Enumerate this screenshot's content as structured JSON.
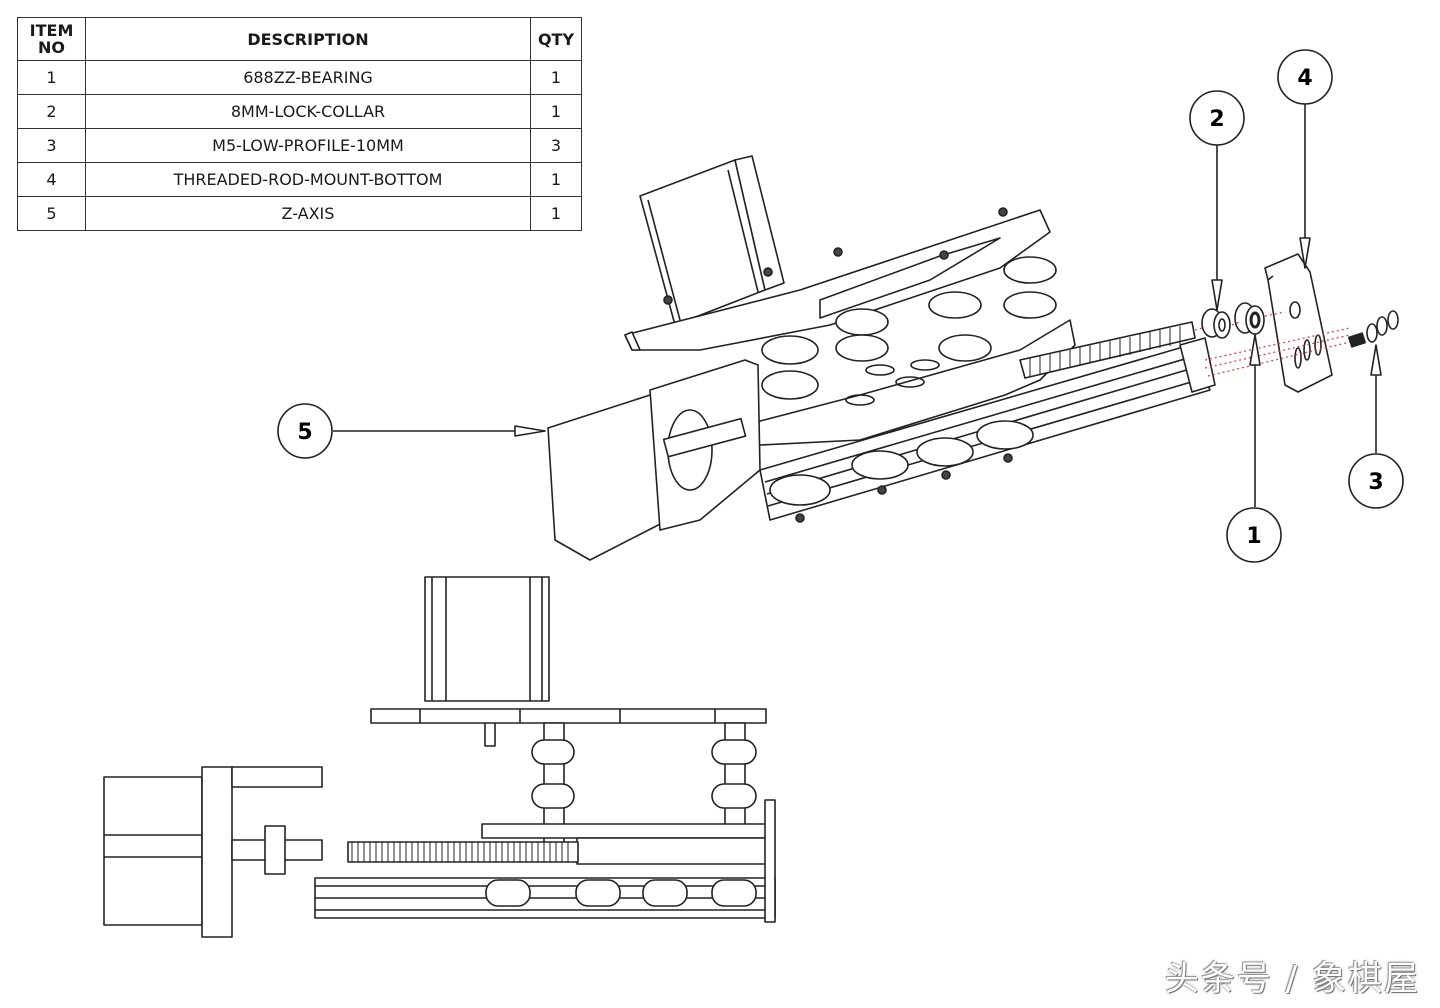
{
  "bom": {
    "headers": {
      "item_no": "ITEM\nNO",
      "item_no_line1": "ITEM",
      "item_no_line2": "NO",
      "description": "DESCRIPTION",
      "qty": "QTY"
    },
    "rows": [
      {
        "item": "1",
        "description": "688ZZ-BEARING",
        "qty": "1"
      },
      {
        "item": "2",
        "description": "8MM-LOCK-COLLAR",
        "qty": "1"
      },
      {
        "item": "3",
        "description": "M5-LOW-PROFILE-10MM",
        "qty": "3"
      },
      {
        "item": "4",
        "description": "THREADED-ROD-MOUNT-BOTTOM",
        "qty": "1"
      },
      {
        "item": "5",
        "description": "Z-AXIS",
        "qty": "1"
      }
    ]
  },
  "balloons": [
    {
      "id": "balloon-1",
      "label": "1",
      "part": "688ZZ-BEARING"
    },
    {
      "id": "balloon-2",
      "label": "2",
      "part": "8MM-LOCK-COLLAR"
    },
    {
      "id": "balloon-3",
      "label": "3",
      "part": "M5-LOW-PROFILE-10MM"
    },
    {
      "id": "balloon-4",
      "label": "4",
      "part": "THREADED-ROD-MOUNT-BOTTOM"
    },
    {
      "id": "balloon-5",
      "label": "5",
      "part": "Z-AXIS"
    }
  ],
  "colors": {
    "line": "#222222",
    "explode_line": "#e0404a",
    "background": "#ffffff"
  },
  "watermark": "头条号 / 象棋屋"
}
